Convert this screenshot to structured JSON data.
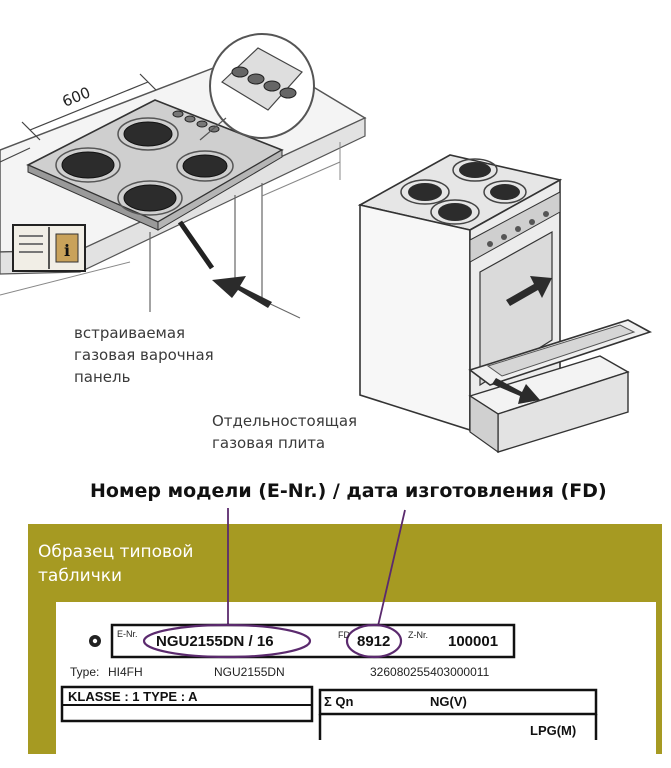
{
  "dimension_label": "600",
  "hob_caption": [
    "встраиваемая",
    "газовая варочная",
    "панель"
  ],
  "cooker_caption": [
    "Отдельностоящая",
    "газовая плита"
  ],
  "headline": "Номер модели (E-Nr.) / дата изготовления (FD)",
  "panel_title": [
    "Образец типовой",
    "таблички"
  ],
  "plate": {
    "enr_label": "E-Nr.",
    "enr_value": "NGU2155DN / 16",
    "fd_label": "FD",
    "fd_value": "8912",
    "znr_label": "Z-Nr.",
    "znr_value": "100001",
    "type_label": "Type:",
    "type_value": "HI4FH",
    "model": "NGU2155DN",
    "serial": "326080255403000011",
    "klasse": "KLASSE : 1 TYPE : A",
    "qn": "Σ Qn",
    "ngv": "NG(V)",
    "lpg": "LPG(M)"
  },
  "colors": {
    "panel": "#a69a22",
    "highlight": "#5b2a6e",
    "pointer": "#3a3a3a"
  }
}
